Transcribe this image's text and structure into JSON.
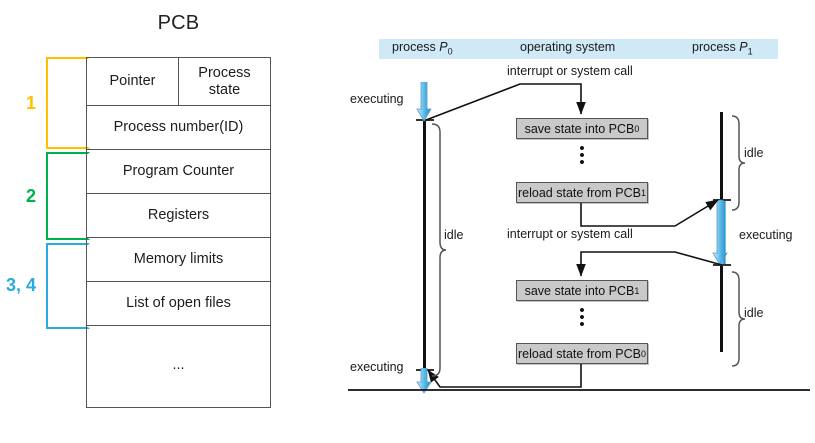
{
  "pcb": {
    "title": "PCB",
    "rows": [
      {
        "type": "split",
        "cells": [
          "Pointer",
          "Process state"
        ]
      },
      {
        "type": "single",
        "cells": [
          "Process number(ID)"
        ]
      },
      {
        "type": "single",
        "cells": [
          "Program Counter"
        ]
      },
      {
        "type": "single",
        "cells": [
          "Registers"
        ]
      },
      {
        "type": "single",
        "cells": [
          "Memory limits"
        ]
      },
      {
        "type": "single",
        "cells": [
          "List of open files"
        ]
      },
      {
        "type": "single",
        "cells": [
          "..."
        ]
      }
    ],
    "brackets": [
      {
        "label": "1",
        "color": "#FFC000",
        "covers": "Pointer / Process state / Process number(ID)"
      },
      {
        "label": "2",
        "color": "#00B24F",
        "covers": "Program Counter / Registers"
      },
      {
        "label": "3, 4",
        "color": "#29ABE2",
        "covers": "Memory limits / List of open files"
      }
    ]
  },
  "context_switch": {
    "band": {
      "background": "#CFE9F7",
      "columns": [
        {
          "prefix": "process ",
          "symbol": "P",
          "subscript": "0"
        },
        {
          "prefix": "operating system",
          "symbol": "",
          "subscript": ""
        },
        {
          "prefix": "process ",
          "symbol": "P",
          "subscript": "1"
        }
      ]
    },
    "interrupt_label_1": "interrupt or system call",
    "interrupt_label_2": "interrupt or system call",
    "boxes": [
      {
        "text_prefix": "save state into PCB",
        "subscript": "0"
      },
      {
        "text_prefix": "reload state from PCB",
        "subscript": "1"
      },
      {
        "text_prefix": "save state into PCB",
        "subscript": "1"
      },
      {
        "text_prefix": "reload state from PCB",
        "subscript": "0"
      }
    ],
    "box_fill": "#C9C9C9",
    "executing_label_p0_top": "executing",
    "executing_label_p0_bottom": "executing",
    "executing_label_p1": "executing",
    "idle_label_p0": "idle",
    "idle_label_p1_top": "idle",
    "idle_label_p1_bottom": "idle",
    "accent_blue": "#2F9FDA",
    "ellipsis_dot": "•"
  }
}
